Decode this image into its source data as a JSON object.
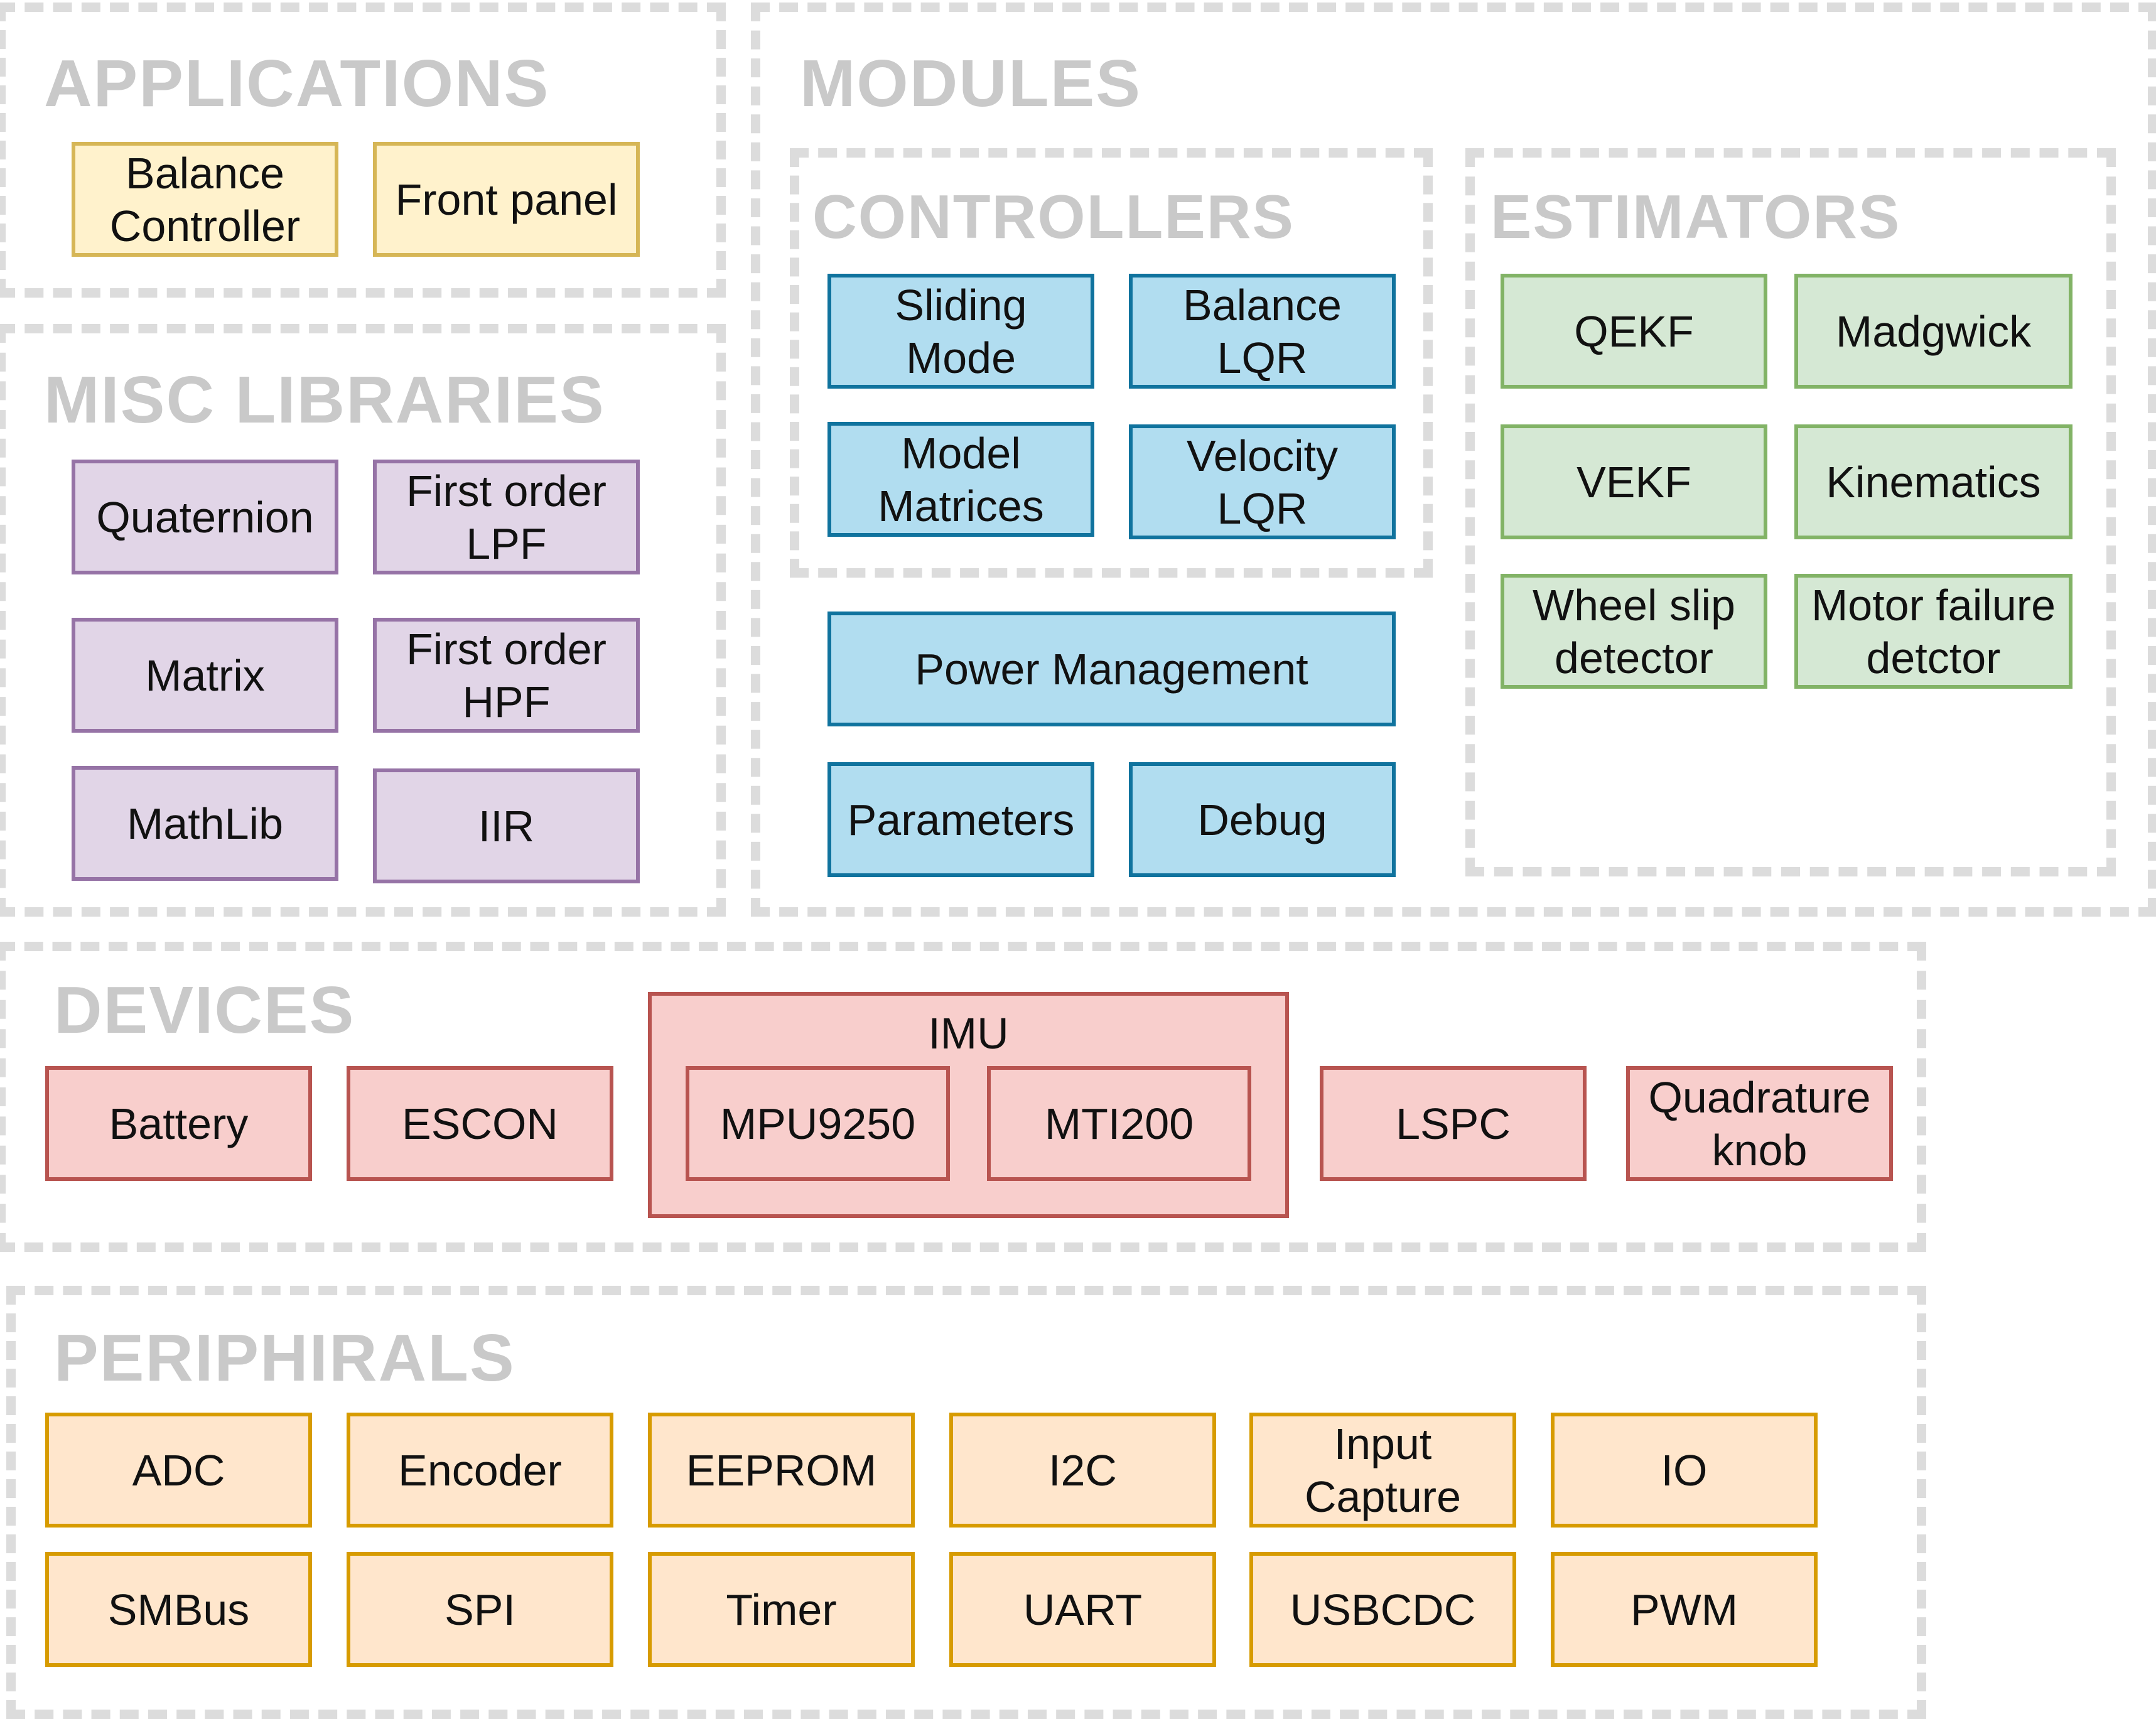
{
  "applications": {
    "title": "APPLICATIONS",
    "blocks": [
      "Balance\nController",
      "Front panel"
    ]
  },
  "misc_libraries": {
    "title": "MISC LIBRARIES",
    "blocks": [
      "Quaternion",
      "First order\nLPF",
      "Matrix",
      "First order\nHPF",
      "MathLib",
      "IIR"
    ]
  },
  "modules": {
    "title": "MODULES",
    "controllers": {
      "title": "CONTROLLERS",
      "blocks": [
        "Sliding\nMode",
        "Balance\nLQR",
        "Model\nMatrices",
        "Velocity\nLQR"
      ]
    },
    "other": [
      "Power Management",
      "Parameters",
      "Debug"
    ],
    "estimators": {
      "title": "ESTIMATORS",
      "blocks": [
        "QEKF",
        "Madgwick",
        "VEKF",
        "Kinematics",
        "Wheel slip\ndetector",
        "Motor failure\ndetctor"
      ]
    }
  },
  "devices": {
    "title": "DEVICES",
    "blocks": [
      "Battery",
      "ESCON",
      "LSPC",
      "Quadrature\nknob"
    ],
    "imu": {
      "label": "IMU",
      "blocks": [
        "MPU9250",
        "MTI200"
      ]
    }
  },
  "peripherals": {
    "title": "PERIPHIRALS",
    "blocks": [
      "ADC",
      "Encoder",
      "EEPROM",
      "I2C",
      "Input\nCapture",
      "IO",
      "SMBus",
      "SPI",
      "Timer",
      "UART",
      "USBCDC",
      "PWM"
    ]
  },
  "colors": {
    "group_border": "#dcdcdc",
    "group_title": "#c9c9c9",
    "applications_fill": "#fff2cc",
    "misc_fill": "#e1d5e7",
    "controllers_fill": "#b1ddf0",
    "estimators_fill": "#d5e8d4",
    "devices_fill": "#f8cecc",
    "peripherals_fill": "#ffe6cc"
  }
}
